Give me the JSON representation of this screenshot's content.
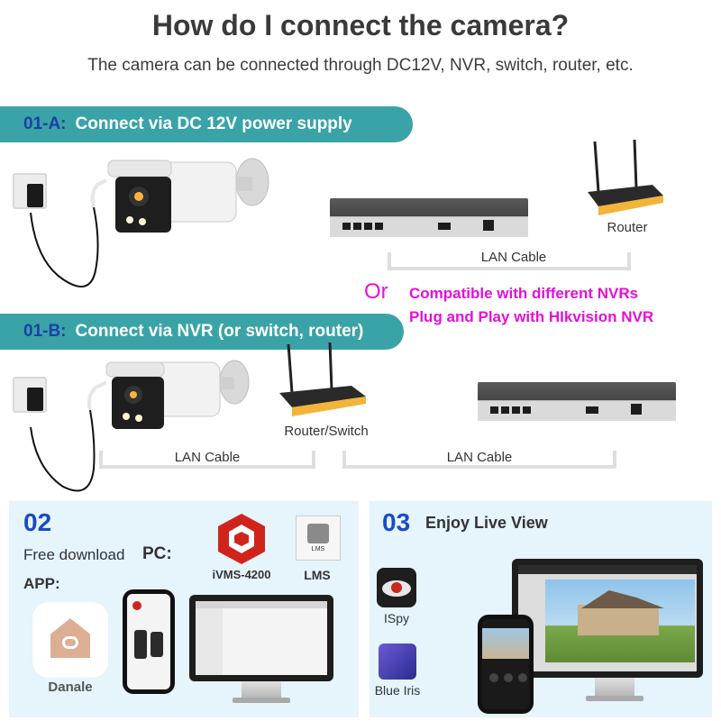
{
  "header": {
    "title": "How do I connect the camera?",
    "subtitle": "The camera can be connected through DC12V, NVR, switch, router, etc."
  },
  "section_a": {
    "number": "01-A:",
    "label": "Connect via DC 12V power supply",
    "router_label": "Router",
    "lan_label": "LAN Cable"
  },
  "compat": {
    "or": "Or",
    "line1": "Compatible with different NVRs",
    "line2": "Plug and Play with HIkvision NVR"
  },
  "section_b": {
    "number": "01-B:",
    "label": "Connect via NVR (or switch, router)",
    "router_label": "Router/Switch",
    "lan_label_1": "LAN Cable",
    "lan_label_2": "LAN Cable"
  },
  "panel_02": {
    "number": "02",
    "free_download": "Free download",
    "pc_label": "PC:",
    "app_label": "APP:",
    "app_name": "Danale",
    "pc_apps": [
      "iVMS-4200",
      "LMS"
    ],
    "lms_icon_text": "LMS"
  },
  "panel_03": {
    "number": "03",
    "label": "Enjoy Live View",
    "apps": [
      "ISpy",
      "Blue Iris"
    ]
  },
  "colors": {
    "banner": "#3aa3a7",
    "banner_number": "#1c3fa8",
    "accent_magenta": "#e410d9",
    "panel_bg": "#e6f4fb",
    "panel_number": "#1a4bc4"
  }
}
